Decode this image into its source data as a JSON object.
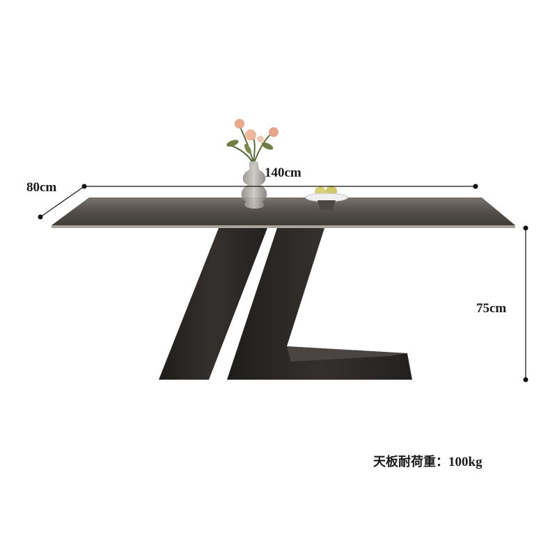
{
  "dimensions": {
    "width": "140cm",
    "depth": "80cm",
    "height": "75cm"
  },
  "caption": {
    "label": "天板耐荷重：",
    "value": "100kg"
  },
  "colors": {
    "tabletop": "#4e4a47",
    "legs": "#2b2826",
    "dimension_lines": "#111111"
  }
}
